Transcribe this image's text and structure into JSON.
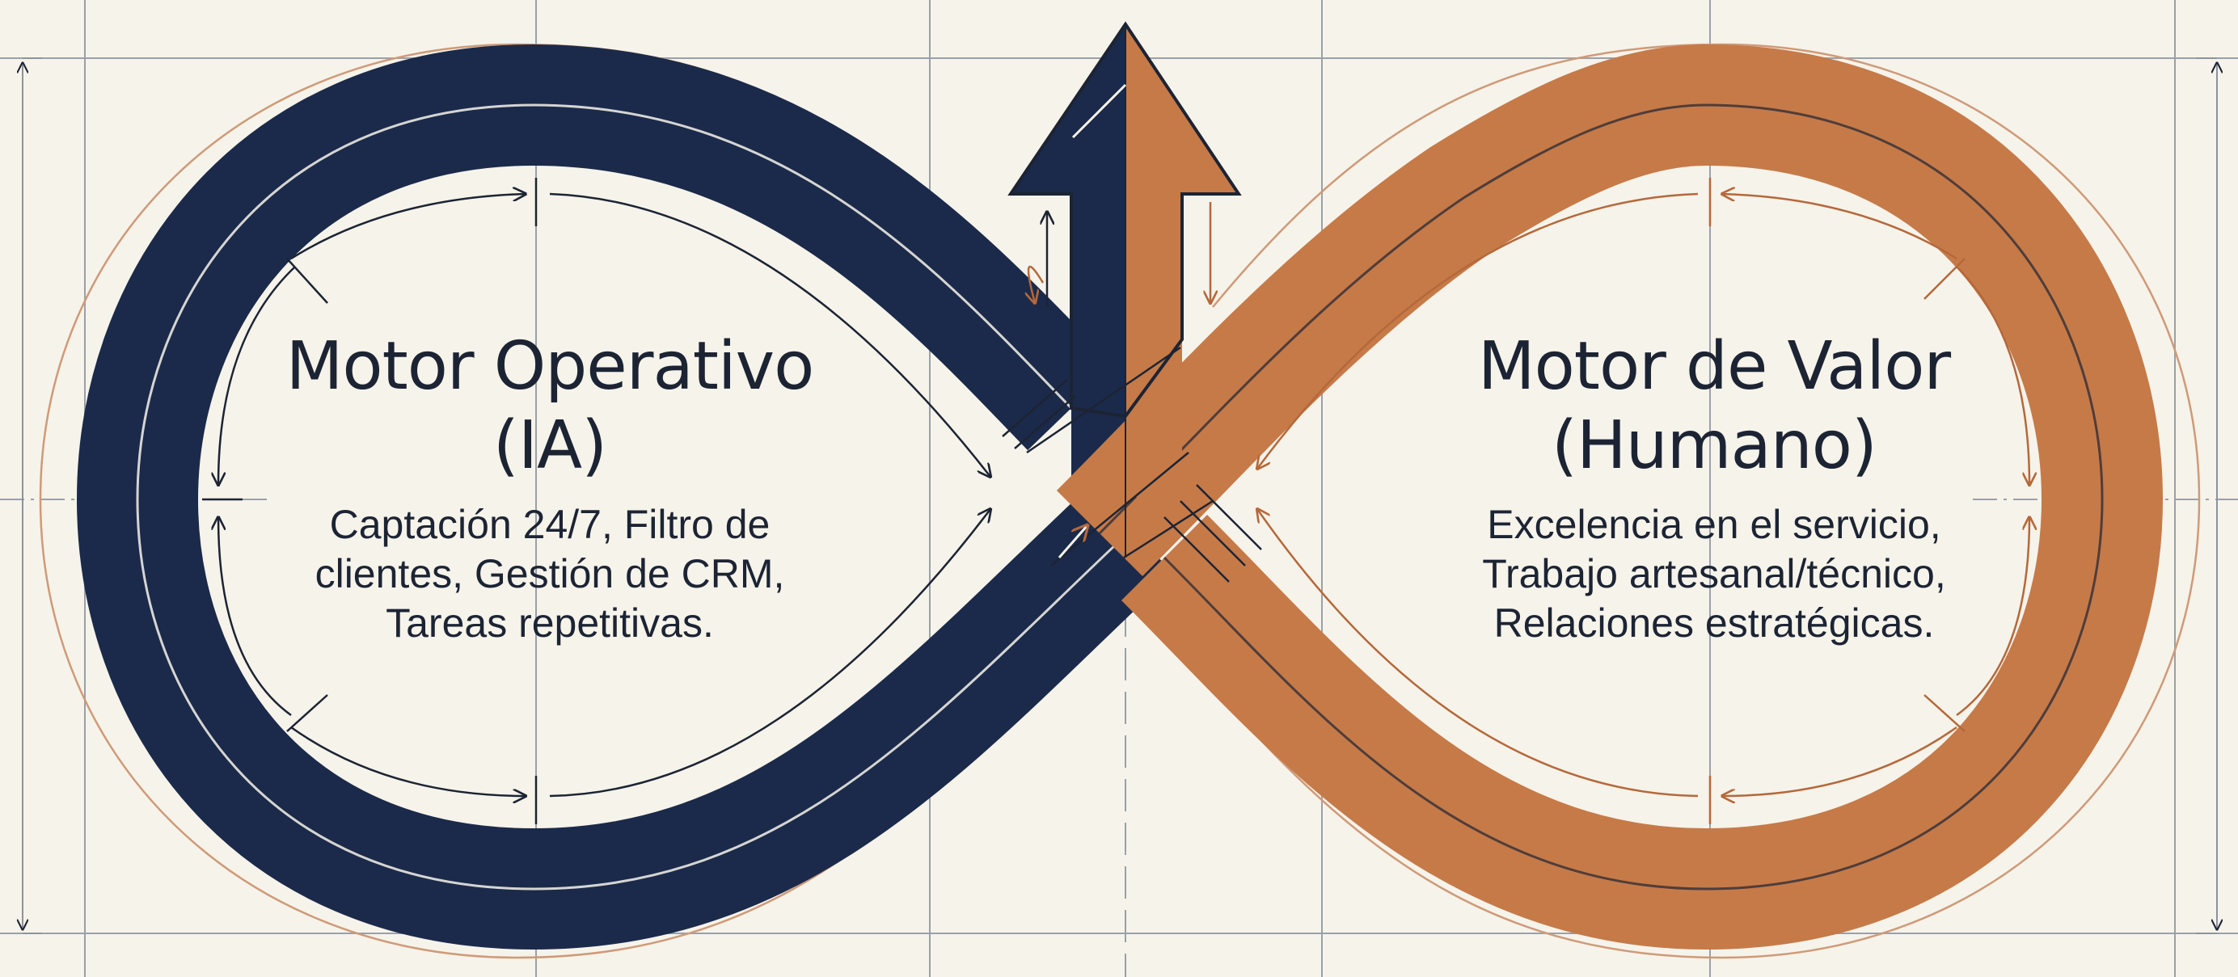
{
  "colors": {
    "background": "#f6f3ea",
    "navy": "#1b2a4a",
    "copper": "#c67a48",
    "guide_line": "#9aa0aa",
    "copper_guide": "#cf9a78",
    "text": "#1c2434"
  },
  "left_motor": {
    "title_line1": "Motor Operativo",
    "title_line2": "(IA)",
    "desc_line1": "Captación 24/7, Filtro de",
    "desc_line2": "clientes, Gestión de CRM,",
    "desc_line3": "Tareas repetitivas."
  },
  "right_motor": {
    "title_line1": "Motor de Valor",
    "title_line2": "(Humano)",
    "desc_line1": "Excelencia en el servicio,",
    "desc_line2": "Trabajo artesanal/técnico,",
    "desc_line3": "Relaciones estratégicas."
  },
  "icons": [
    "infinity-loop-icon",
    "upward-arrow-icon"
  ]
}
